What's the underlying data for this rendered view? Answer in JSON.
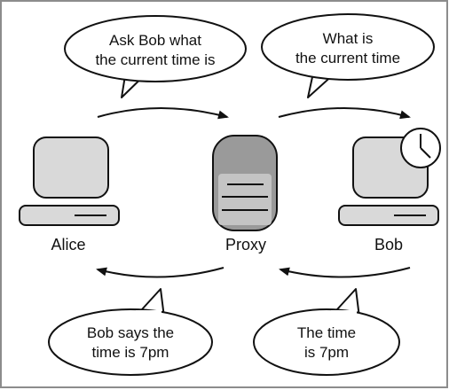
{
  "colors": {
    "frame": "#8c8c8c",
    "stroke": "#111111",
    "device_fill": "#d9d9d9",
    "server_fill": "#9a9a9a",
    "server_inner": "#c4c4c4"
  },
  "nodes": {
    "alice": {
      "label": "Alice",
      "icon": "computer-icon"
    },
    "proxy": {
      "label": "Proxy",
      "icon": "server-icon"
    },
    "bob": {
      "label": "Bob",
      "icon": "computer-with-clock-icon"
    }
  },
  "bubbles": {
    "alice_to_proxy": {
      "line1": "Ask Bob what",
      "line2": "the current time is"
    },
    "proxy_to_bob": {
      "line1": "What is",
      "line2": "the current time"
    },
    "proxy_to_alice": {
      "line1": "Bob says the",
      "line2": "time is 7pm"
    },
    "bob_to_proxy": {
      "line1": "The time",
      "line2": "is 7pm"
    }
  }
}
